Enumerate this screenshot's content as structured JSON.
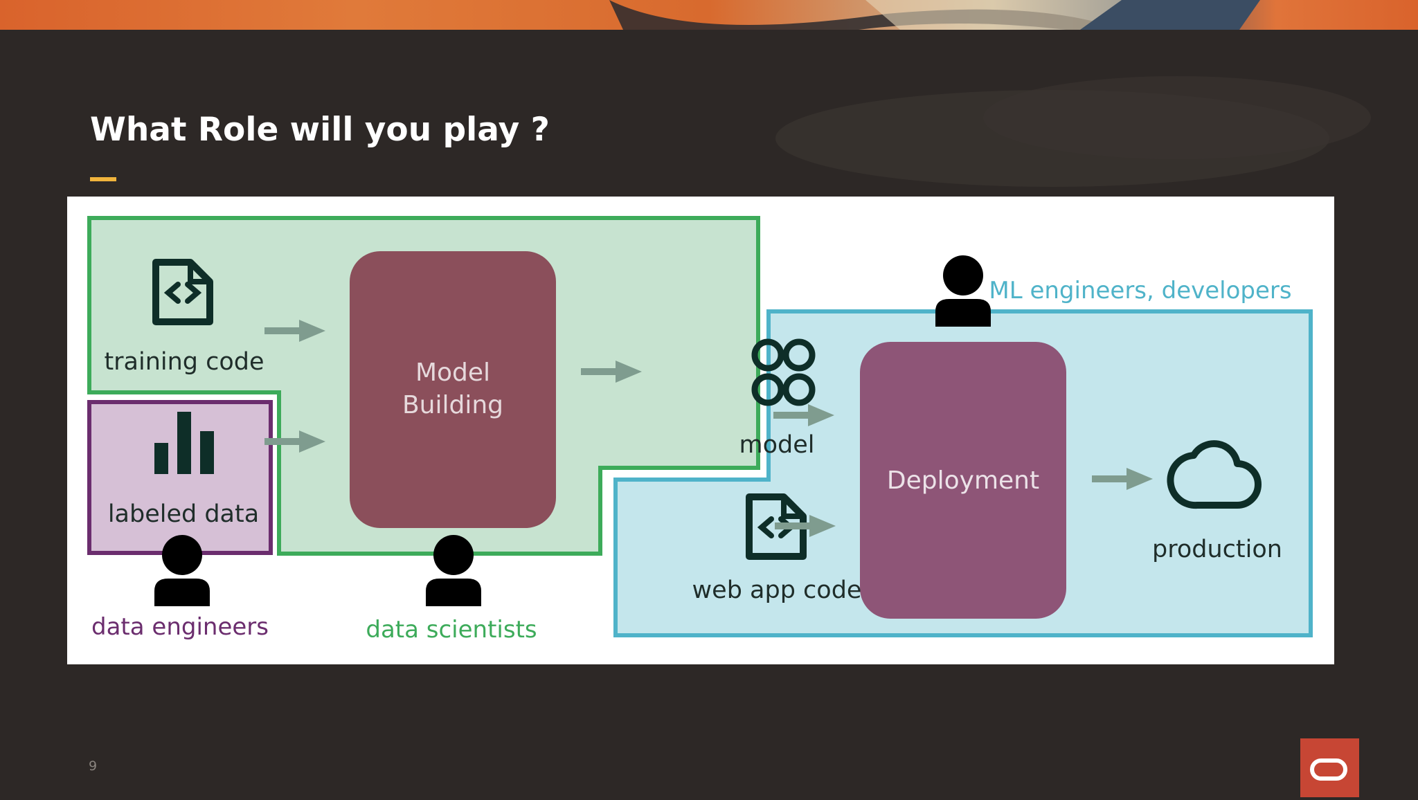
{
  "slide": {
    "title": "What Role will you play ?",
    "page_number": "9"
  },
  "diagram": {
    "nodes": {
      "training_code": "training code",
      "labeled_data": "labeled data",
      "model_building_line1": "Model",
      "model_building_line2": "Building",
      "model": "model",
      "web_app_code": "web app code",
      "deployment": "Deployment",
      "production": "production"
    },
    "roles": {
      "data_engineers": "data engineers",
      "data_scientists": "data scientists",
      "ml_engineers": "ML engineers, developers"
    }
  },
  "colors": {
    "data_scientist_zone": "#c7e3d0",
    "data_scientist_border": "#3dab5a",
    "data_engineer_zone": "#d6c0d6",
    "data_engineer_border": "#6b2d6e",
    "ml_engineer_zone": "#c4e6ec",
    "ml_engineer_border": "#4fb3c9",
    "model_building_box": "#8b4f5b",
    "deployment_box": "#8e5577",
    "arrow": "#7f9c8f",
    "brand_accent": "#c74634"
  }
}
